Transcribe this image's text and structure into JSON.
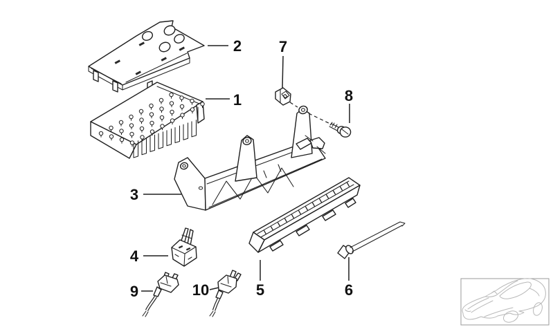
{
  "colors": {
    "ink": "#1f1f1f",
    "thumbnail_line": "#b8b8b8",
    "thumbnail_border": "#9a9a9a",
    "background": "#ffffff"
  },
  "callouts": [
    {
      "n": "1"
    },
    {
      "n": "2"
    },
    {
      "n": "3"
    },
    {
      "n": "4"
    },
    {
      "n": "5"
    },
    {
      "n": "6"
    },
    {
      "n": "7"
    },
    {
      "n": "8"
    },
    {
      "n": "9"
    },
    {
      "n": "10"
    }
  ]
}
